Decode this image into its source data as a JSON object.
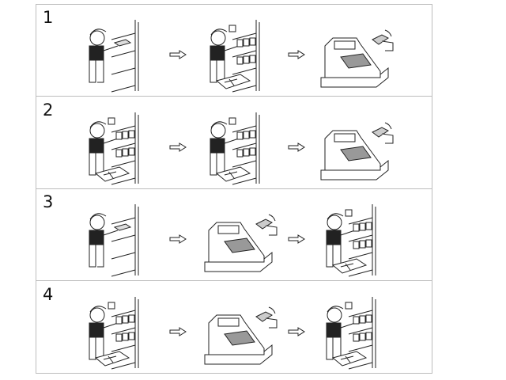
{
  "rows": [
    {
      "number": "1",
      "scenes": [
        "person-wiping-shelf",
        "person-stocking-shelf",
        "cash-register-payment"
      ]
    },
    {
      "number": "2",
      "scenes": [
        "person-stocking-shelf",
        "person-stocking-shelf",
        "cash-register-payment"
      ]
    },
    {
      "number": "3",
      "scenes": [
        "person-wiping-shelf",
        "cash-register-payment",
        "person-stocking-shelf"
      ]
    },
    {
      "number": "4",
      "scenes": [
        "person-stocking-shelf",
        "cash-register-payment",
        "person-stocking-shelf"
      ]
    }
  ]
}
